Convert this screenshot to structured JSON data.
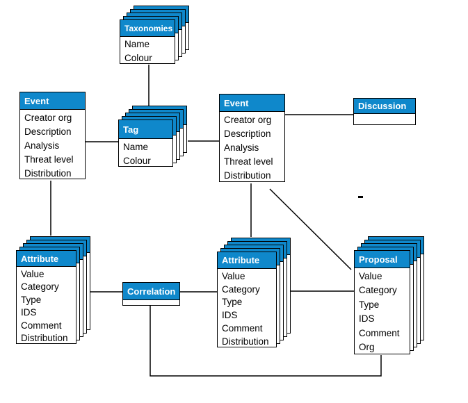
{
  "diagram": {
    "background": "#ffffff",
    "accent_blue": "#0f88cb",
    "border_color": "#000000",
    "header_text_color": "#ffffff",
    "body_text_color": "#000000",
    "entities": [
      {
        "id": "taxonomies",
        "title": "Taxonomies",
        "fields": [
          "Name",
          "Colour"
        ],
        "stacked": true,
        "stack_count": 5
      },
      {
        "id": "event-left",
        "title": "Event",
        "fields": [
          "Creator org",
          "Description",
          "Analysis",
          "Threat level",
          "Distribution"
        ],
        "stacked": false,
        "stack_count": 1
      },
      {
        "id": "tag",
        "title": "Tag",
        "fields": [
          "Name",
          "Colour"
        ],
        "stacked": true,
        "stack_count": 5
      },
      {
        "id": "event-center",
        "title": "Event",
        "fields": [
          "Creator org",
          "Description",
          "Analysis",
          "Threat level",
          "Distribution"
        ],
        "stacked": false,
        "stack_count": 1
      },
      {
        "id": "discussion",
        "title": "Discussion",
        "fields": [],
        "stacked": false,
        "stack_count": 1
      },
      {
        "id": "attribute-left",
        "title": "Attribute",
        "fields": [
          "Value",
          "Category",
          "Type",
          "IDS",
          "Comment",
          "Distribution"
        ],
        "stacked": true,
        "stack_count": 5
      },
      {
        "id": "correlation",
        "title": "Correlation",
        "fields": [],
        "stacked": false,
        "stack_count": 1
      },
      {
        "id": "attribute-center",
        "title": "Attribute",
        "fields": [
          "Value",
          "Category",
          "Type",
          "IDS",
          "Comment",
          "Distribution"
        ],
        "stacked": true,
        "stack_count": 5
      },
      {
        "id": "proposal",
        "title": "Proposal",
        "fields": [
          "Value",
          "Category",
          "Type",
          "IDS",
          "Comment",
          "Org"
        ],
        "stacked": true,
        "stack_count": 5
      }
    ],
    "connections": [
      {
        "from": "taxonomies",
        "to": "tag"
      },
      {
        "from": "event-left",
        "to": "tag"
      },
      {
        "from": "tag",
        "to": "event-center"
      },
      {
        "from": "event-center",
        "to": "discussion"
      },
      {
        "from": "event-left",
        "to": "attribute-left"
      },
      {
        "from": "event-center",
        "to": "attribute-center"
      },
      {
        "from": "event-center",
        "to": "proposal"
      },
      {
        "from": "attribute-left",
        "to": "correlation"
      },
      {
        "from": "correlation",
        "to": "attribute-center"
      },
      {
        "from": "attribute-center",
        "to": "proposal"
      },
      {
        "from": "correlation",
        "to": "proposal"
      }
    ]
  }
}
